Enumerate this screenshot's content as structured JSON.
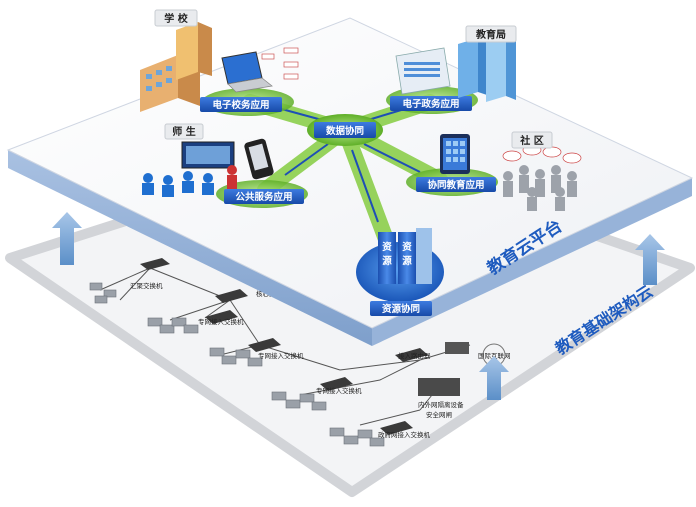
{
  "top_layer": {
    "entities": {
      "school": "学 校",
      "teacher_student": "师 生",
      "edu_bureau": "教育局",
      "community": "社 区"
    },
    "apps": {
      "school_app": "电子校务应用",
      "gov_app": "电子政务应用",
      "public_app": "公共服务应用",
      "collab_edu_app": "协同教育应用"
    },
    "hub": {
      "data_collab": "数据协同",
      "resource_collab": "资源协同",
      "resource_chars": [
        "资",
        "源",
        "资",
        "源"
      ]
    },
    "platform_title": "教育云平台"
  },
  "bottom_layer": {
    "platform_title": "教育基础架构云",
    "switches": {
      "aggregation": "汇聚交换机",
      "core": "核心交换机",
      "access_1": "专网接入交换机",
      "access_2": "专网接入交换机",
      "access_3": "专网接入交换机",
      "gov_access": "政府网接入交换机",
      "access_router": "接入路由器",
      "internet": "国际互联网",
      "inner_outer_1": "内外网隔离设备",
      "inner_outer_2": "安全网闸"
    }
  },
  "colors": {
    "accent_blue": "#1e5bbf",
    "label_blue": "#1d4fb0",
    "hub_green": "#7fcc3a",
    "platform_edge": "#8fb0d8",
    "arrow_blue": "#6f9fd0"
  }
}
